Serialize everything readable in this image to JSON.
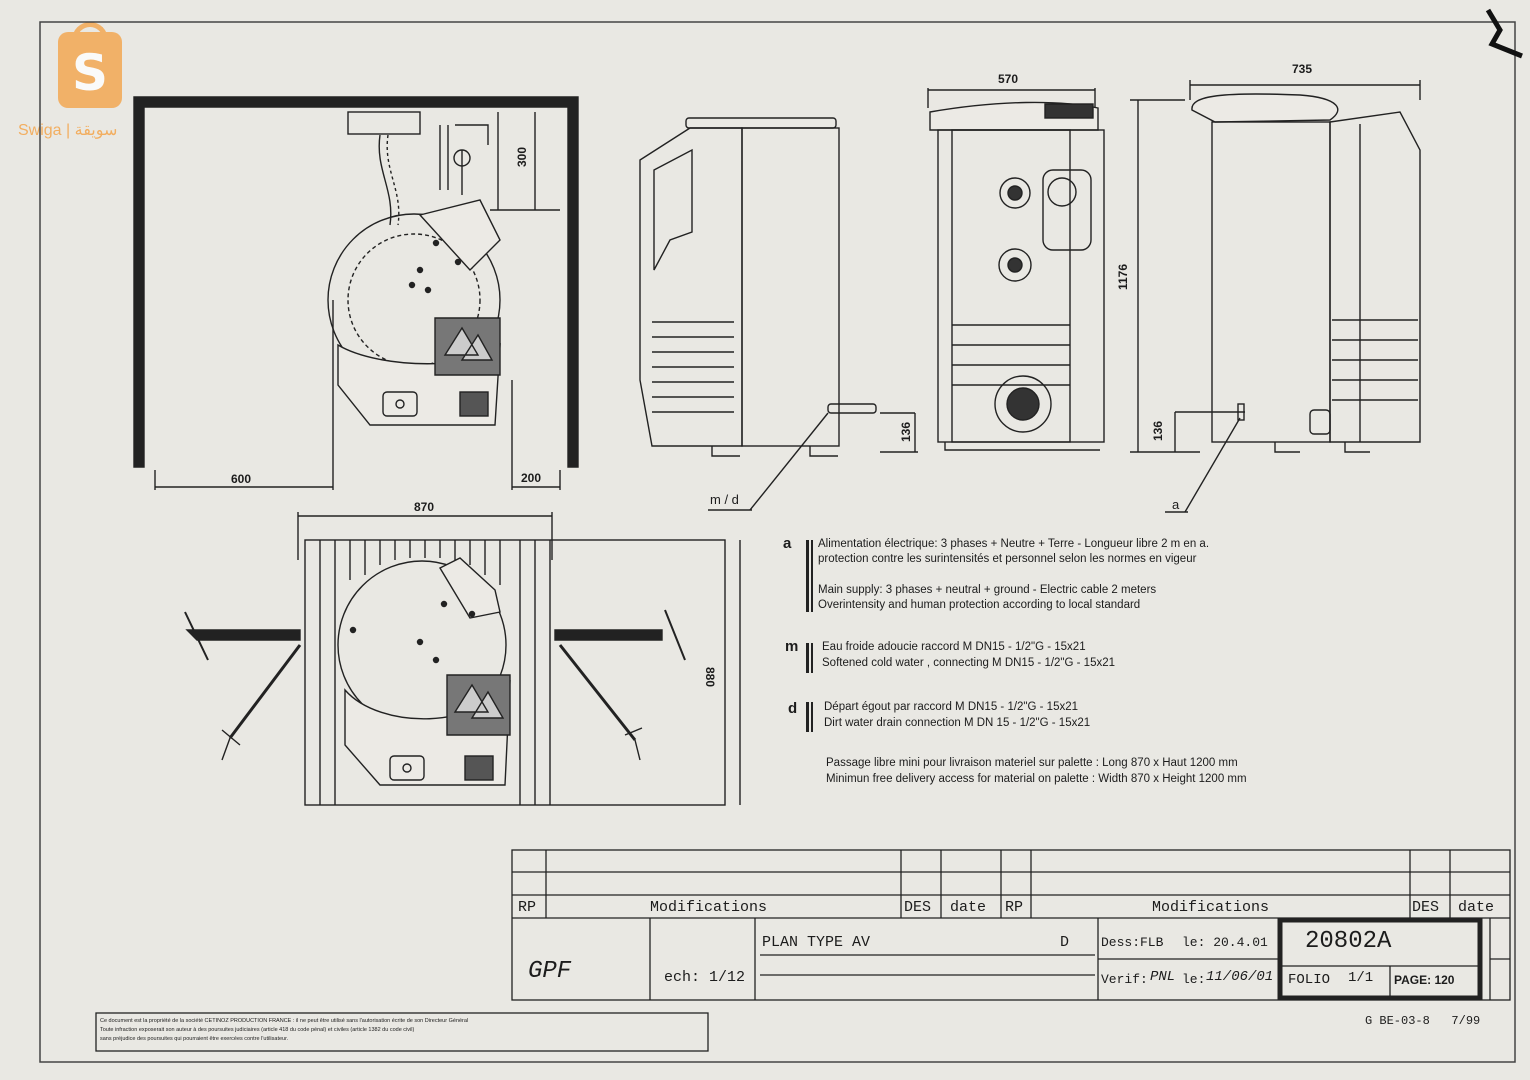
{
  "watermark": {
    "text": "Swiga | سويقة",
    "color": "#f4a44a"
  },
  "dimensions": {
    "plan_side_left": "600",
    "plan_side_right": "200",
    "plan_depth": "300",
    "front_height_conn": "136",
    "pallet_width": "870",
    "pallet_depth": "880",
    "rear_width": "570",
    "side_width": "735",
    "side_height": "1176",
    "side_height_conn": "136"
  },
  "callouts": {
    "md": "m / d",
    "a": "a"
  },
  "notes": [
    {
      "letter": "a",
      "lines": [
        "Alimentation électrique: 3 phases + Neutre + Terre  - Longueur libre 2 m en a.",
        "protection contre les surintensités et personnel selon les normes en vigeur",
        "",
        "Main supply: 3 phases + neutral + ground - Electric cable 2 meters",
        "Overintensity and human protection according to local standard"
      ]
    },
    {
      "letter": "m",
      "lines": [
        "Eau froide adoucie raccord M DN15 - 1/2\"G - 15x21",
        "Softened cold water , connecting M DN15 - 1/2\"G - 15x21"
      ]
    },
    {
      "letter": "d",
      "lines": [
        "Départ égout par raccord M DN15 - 1/2\"G - 15x21",
        "Dirt water drain connection M DN 15 - 1/2\"G - 15x21"
      ]
    }
  ],
  "access_note": [
    "Passage libre mini pour livraison materiel sur palette : Long 870 x Haut 1200 mm",
    "Minimun free delivery access for material on palette : Width 870 x Height 1200 mm"
  ],
  "title_block": {
    "rp": "RP",
    "modifications": "Modifications",
    "des": "DES",
    "date": "date",
    "company": "GPF",
    "scale": "ech: 1/12",
    "title": "PLAN TYPE AV",
    "revision": "D",
    "drawn_label": "Dess:FLB",
    "drawn_date": "le: 20.4.01",
    "verif_label": "Verif:",
    "verif_sign": "PNL",
    "verif_date_label": "le:",
    "verif_date": "11/06/01",
    "drawing_number": "20802A",
    "folio_label": "FOLIO",
    "folio": "1/1",
    "page": "PAGE: 120"
  },
  "legal_text": [
    "Ce document est la propriété de la société CETINOZ PRODUCTION FRANCE : il ne peut être utilisé sans l'autorisation écrite de son Directeur Général",
    "Toute infraction exposerait son auteur à des poursuites judiciaires (article 418 du code pénal) et civiles (article 1382 du code civil)",
    "sans préjudice des poursuites qui pourraient être exercées contre l'utilisateur."
  ],
  "form_ref": "G BE-03-8   7/99"
}
